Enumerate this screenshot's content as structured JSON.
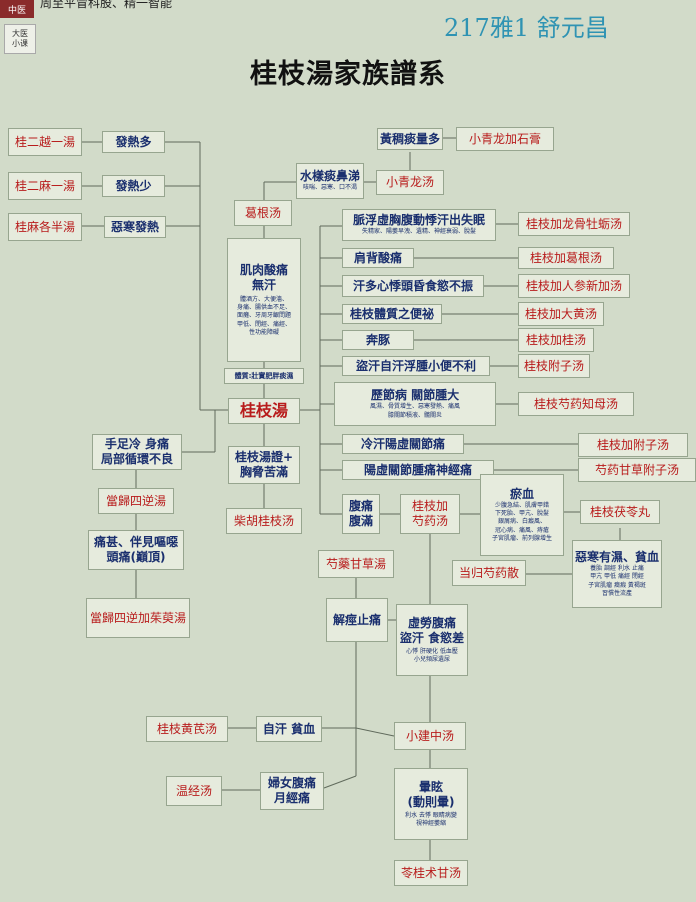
{
  "header": {
    "logo": "中医",
    "logo_small": [
      "大医",
      "小课"
    ],
    "top_text": "周至平冒科股、精一智能",
    "lecture": "217雅1 舒元昌",
    "title": "桂枝湯家族譜系"
  },
  "nodes": {
    "gui_er_yue_yi": "桂二越一湯",
    "fa_re_duo": "發熱多",
    "gui_er_ma_yi": "桂二麻一湯",
    "fa_re_shao": "發熱少",
    "gui_ma_ge_ban": "桂麻各半湯",
    "wu_han_fa_re": "惡寒發熱",
    "huang_chou_tan": "黃稠痰量多",
    "xiao_qinglong_shigao": "小青龙加石膏",
    "shui_yang_tan_title": "水樣痰鼻涕",
    "shui_yang_tan_sub": "咳喘、惡寒、口不渴",
    "xiao_qinglong": "小青龙汤",
    "ge_gen_tang": "葛根汤",
    "ji_rou_title": "肌肉酸痛",
    "ji_rou_title2": "無汗",
    "ji_rou_sub": [
      "體酒方、大便濇、",
      "身痛、腸供血不足、",
      "面癱、牙周牙齦問題",
      "甲低、閉經、痛經、",
      "性功能障礙"
    ],
    "ti_zhi": "體質:壯實肥胖痰濕",
    "gui_zhi_tang": "桂枝湯",
    "mai_fu_title": "脈浮虛胸腹動悸汗出失眠",
    "mai_fu_sub": "失精家、陽萎早洩、遺精、神經衰弱、脫髮",
    "longgu_muli": "桂枝加龙骨牡蛎汤",
    "jian_bei": "肩背酸痛",
    "gegen2": "桂枝加葛根汤",
    "han_duo": "汗多心悸頭昏食慾不振",
    "renshen": "桂枝加人参新加汤",
    "tizhi_bianmi": "桂枝體質之便祕",
    "dahuang": "桂枝加大黄汤",
    "ben_tun": "奔豚",
    "jiagui": "桂枝加桂汤",
    "dao_han": "盜汗自汗浮腫小便不利",
    "fuzi": "桂枝附子汤",
    "li_jie_title": "歷節病 關節腫大",
    "li_jie_sub": [
      "風濕、骨質增生、惡寒發熱、痛風",
      "膝關節積液、髖關炎"
    ],
    "shaoyao_zhimu": "桂枝芍药知母汤",
    "leng_han": "冷汗陽虛關節痛",
    "jia_fuzi": "桂枝加附子汤",
    "yang_xu": "陽虛關節腫痛神經痛",
    "shaoyao_gancao_fuzi": "芍药甘草附子汤",
    "shou_zu_title": "手足冷 身痛",
    "shou_zu_title2": "局部循環不良",
    "danggui_sini": "當歸四逆湯",
    "gui_zheng_title": "桂枝湯證+",
    "gui_zheng_title2": "胸脅苦滿",
    "chaihu_gui": "柴胡桂枝汤",
    "fu_tong": "腹痛",
    "fu_man": "腹滿",
    "jia_shaoyao": [
      "桂枝加",
      "芍药汤"
    ],
    "yu_xue_title": "瘀血",
    "yu_xue_sub": [
      "少腹急結、肌膚甲錯",
      "下死胎、甲亢、脫髮",
      "銀屑病、白癜風、",
      "冠心病、痛風、痔瘡",
      "子宮肌瘤、前列腺增生"
    ],
    "fuling_wan": "桂枝茯苓丸",
    "tong_shen_title": "痛甚、伴見嘔噁",
    "tong_shen_title2": "頭痛(巔頂)",
    "wu_han_title": "惡寒有濕、貧血",
    "wu_han_sub": [
      "養胎 調經 利水 止痛",
      "甲亢 甲低 痛經 閉經",
      "子宮肌瘤 癥瘕 黃褐斑",
      "習慣性流產"
    ],
    "danggui_shaoyao": "当归芍药散",
    "shaoyao_gancao": "芍藥甘草湯",
    "danggui_sini_wuzhuyu": "當歸四逆加茱萸湯",
    "jie_jing": "解痙止痛",
    "xu_lao_title": "虛勞腹痛",
    "xu_lao_title2": "盜汗 食慾差",
    "xu_lao_sub": [
      "心悸 肝硬化 低血壓",
      "小兒頻尿遺尿"
    ],
    "huangqi": "桂枝黄芪汤",
    "zi_han": "自汗 貧血",
    "xiao_jianzhong": "小建中汤",
    "wen_jing": "温经汤",
    "fu_nu_title": "婦女腹痛",
    "fu_nu_title2": "月經痛",
    "yun_xuan_title": "暈眩",
    "yun_xuan_title2": "(動則暈)",
    "yun_xuan_sub": [
      "利水 去悸 眼睛病變",
      "視神經萎縮"
    ],
    "ling_gui": "苓桂术甘汤"
  },
  "colors": {
    "formula": "#b81c1c",
    "symptom": "#1a2f6e",
    "lecture": "#2f93b3"
  }
}
